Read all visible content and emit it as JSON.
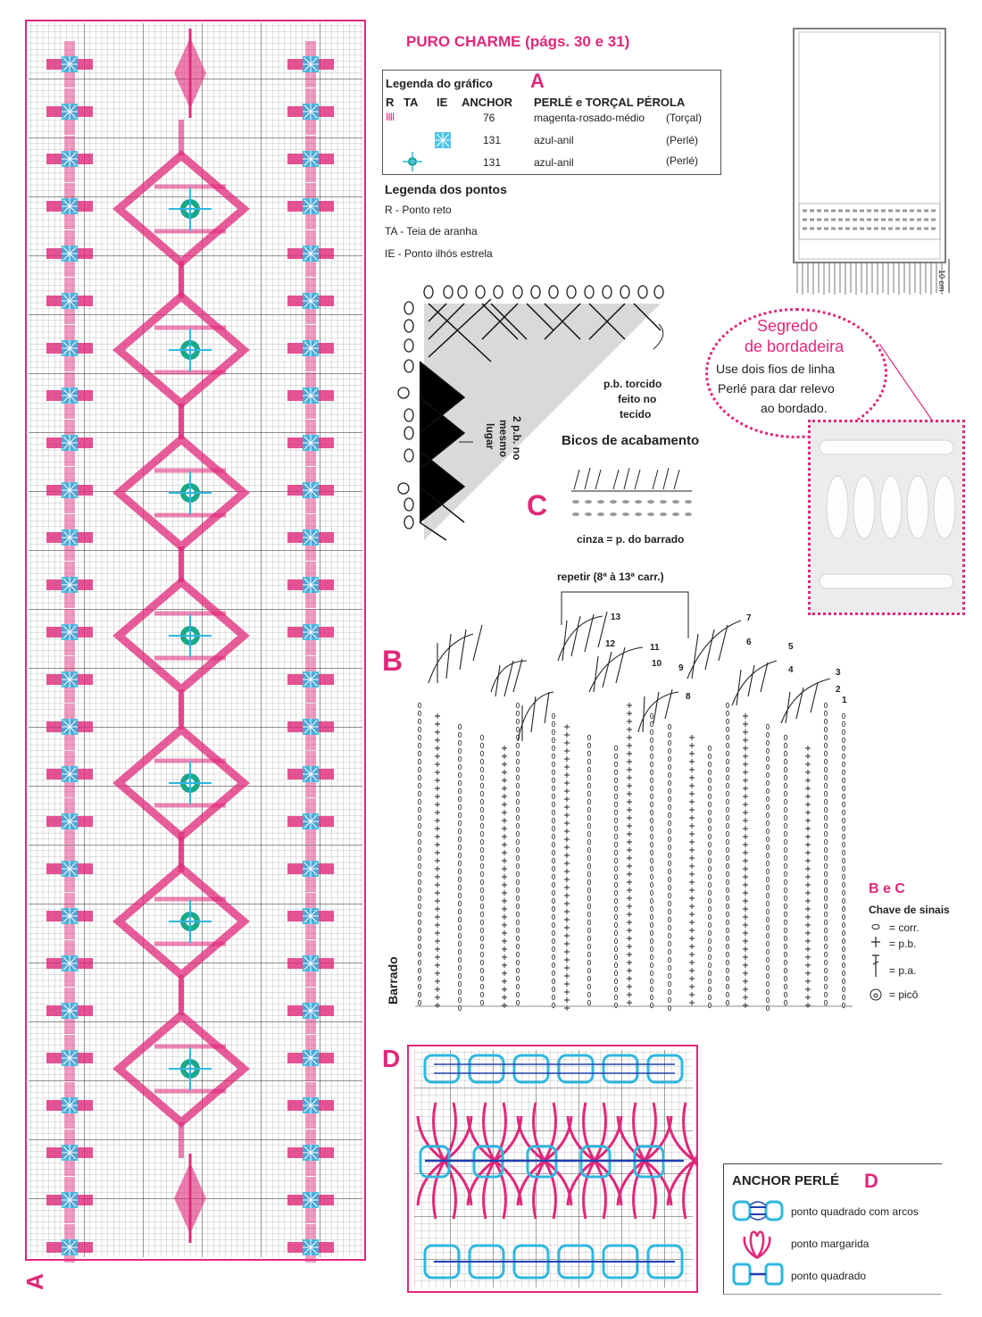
{
  "title": "PURO CHARME (págs. 30 e 31)",
  "legend_graph": {
    "heading": "Legenda do gráfico",
    "letter": "A",
    "columns": [
      "R",
      "TA",
      "IE",
      "ANCHOR",
      "PERLÉ e TORÇAL PÉROLA"
    ],
    "rows": [
      {
        "symbol": "IIII",
        "anchor": "76",
        "color_name": "magenta-rosado-médio",
        "thread": "(Torçal)"
      },
      {
        "symbol": "teia-icon",
        "anchor": "131",
        "color_name": "azul-anil",
        "thread": "(Perlé)"
      },
      {
        "symbol": "ilhos-icon",
        "anchor": "131",
        "color_name": "azul-anil",
        "thread": "(Perlé)"
      }
    ]
  },
  "legend_points": {
    "heading": "Legenda dos pontos",
    "items": [
      "R - Ponto reto",
      "TA - Teia de aranha",
      "IE - Ponto ilhós estrela"
    ]
  },
  "diagram_c": {
    "letter": "C",
    "annotation_twisted": [
      "p.b. torcido",
      "feito no",
      "tecido"
    ],
    "annotation_two": [
      "2 p.b. no",
      "mesmo",
      "lugar"
    ],
    "caption": "Bicos de acabamento",
    "gray_note": "cinza = p. do barrado"
  },
  "bubble": {
    "title_lines": [
      "Segredo",
      "de bordadeira"
    ],
    "body_lines": [
      "Use dois fios de linha",
      "Perlé para dar relevo",
      "ao bordado."
    ]
  },
  "towel_measure": "10 cm",
  "diagram_b": {
    "letter": "B",
    "repeat_label": "repetir (8ª à 13ª carr.)",
    "row_numbers": [
      "1",
      "2",
      "3",
      "4",
      "5",
      "6",
      "7",
      "8",
      "9",
      "10",
      "11",
      "12",
      "13"
    ],
    "barrado_label": "Barrado"
  },
  "key": {
    "heading": "B e C",
    "subheading": "Chave de sinais",
    "items": [
      {
        "icon": "chain-icon",
        "label": "= corr."
      },
      {
        "icon": "single-crochet-icon",
        "label": "= p.b."
      },
      {
        "icon": "double-crochet-icon",
        "label": "= p.a."
      },
      {
        "icon": "picot-icon",
        "label": "= picô"
      }
    ]
  },
  "diagram_d": {
    "letter": "D"
  },
  "legend_d": {
    "heading": "ANCHOR PERLÉ",
    "letter": "D",
    "items": [
      {
        "icon": "square-arches-icon",
        "label": "ponto quadrado com arcos"
      },
      {
        "icon": "daisy-icon",
        "label": "ponto margarida"
      },
      {
        "icon": "square-icon",
        "label": "ponto quadrado"
      }
    ]
  },
  "chart_a_letter": "A",
  "colors": {
    "magenta": "#e0287a",
    "blue": "#2fb7e0",
    "green": "#1aa88a",
    "grid": "#333333"
  }
}
